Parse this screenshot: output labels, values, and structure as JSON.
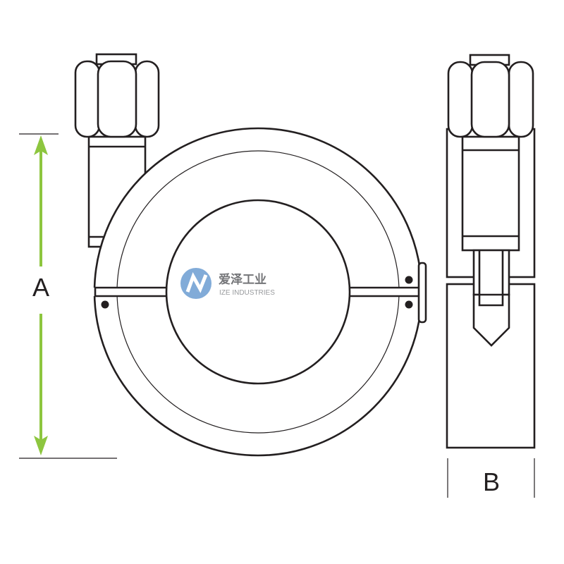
{
  "dimensions": {
    "a_label": "A",
    "b_label": "B"
  },
  "watermark": {
    "name_cn": "爱泽工业",
    "name_en": "IZE INDUSTRIES",
    "logo_color": "#7ba7d6"
  },
  "colors": {
    "dimension_arrow": "#8dc63f",
    "line": "#231f20"
  }
}
